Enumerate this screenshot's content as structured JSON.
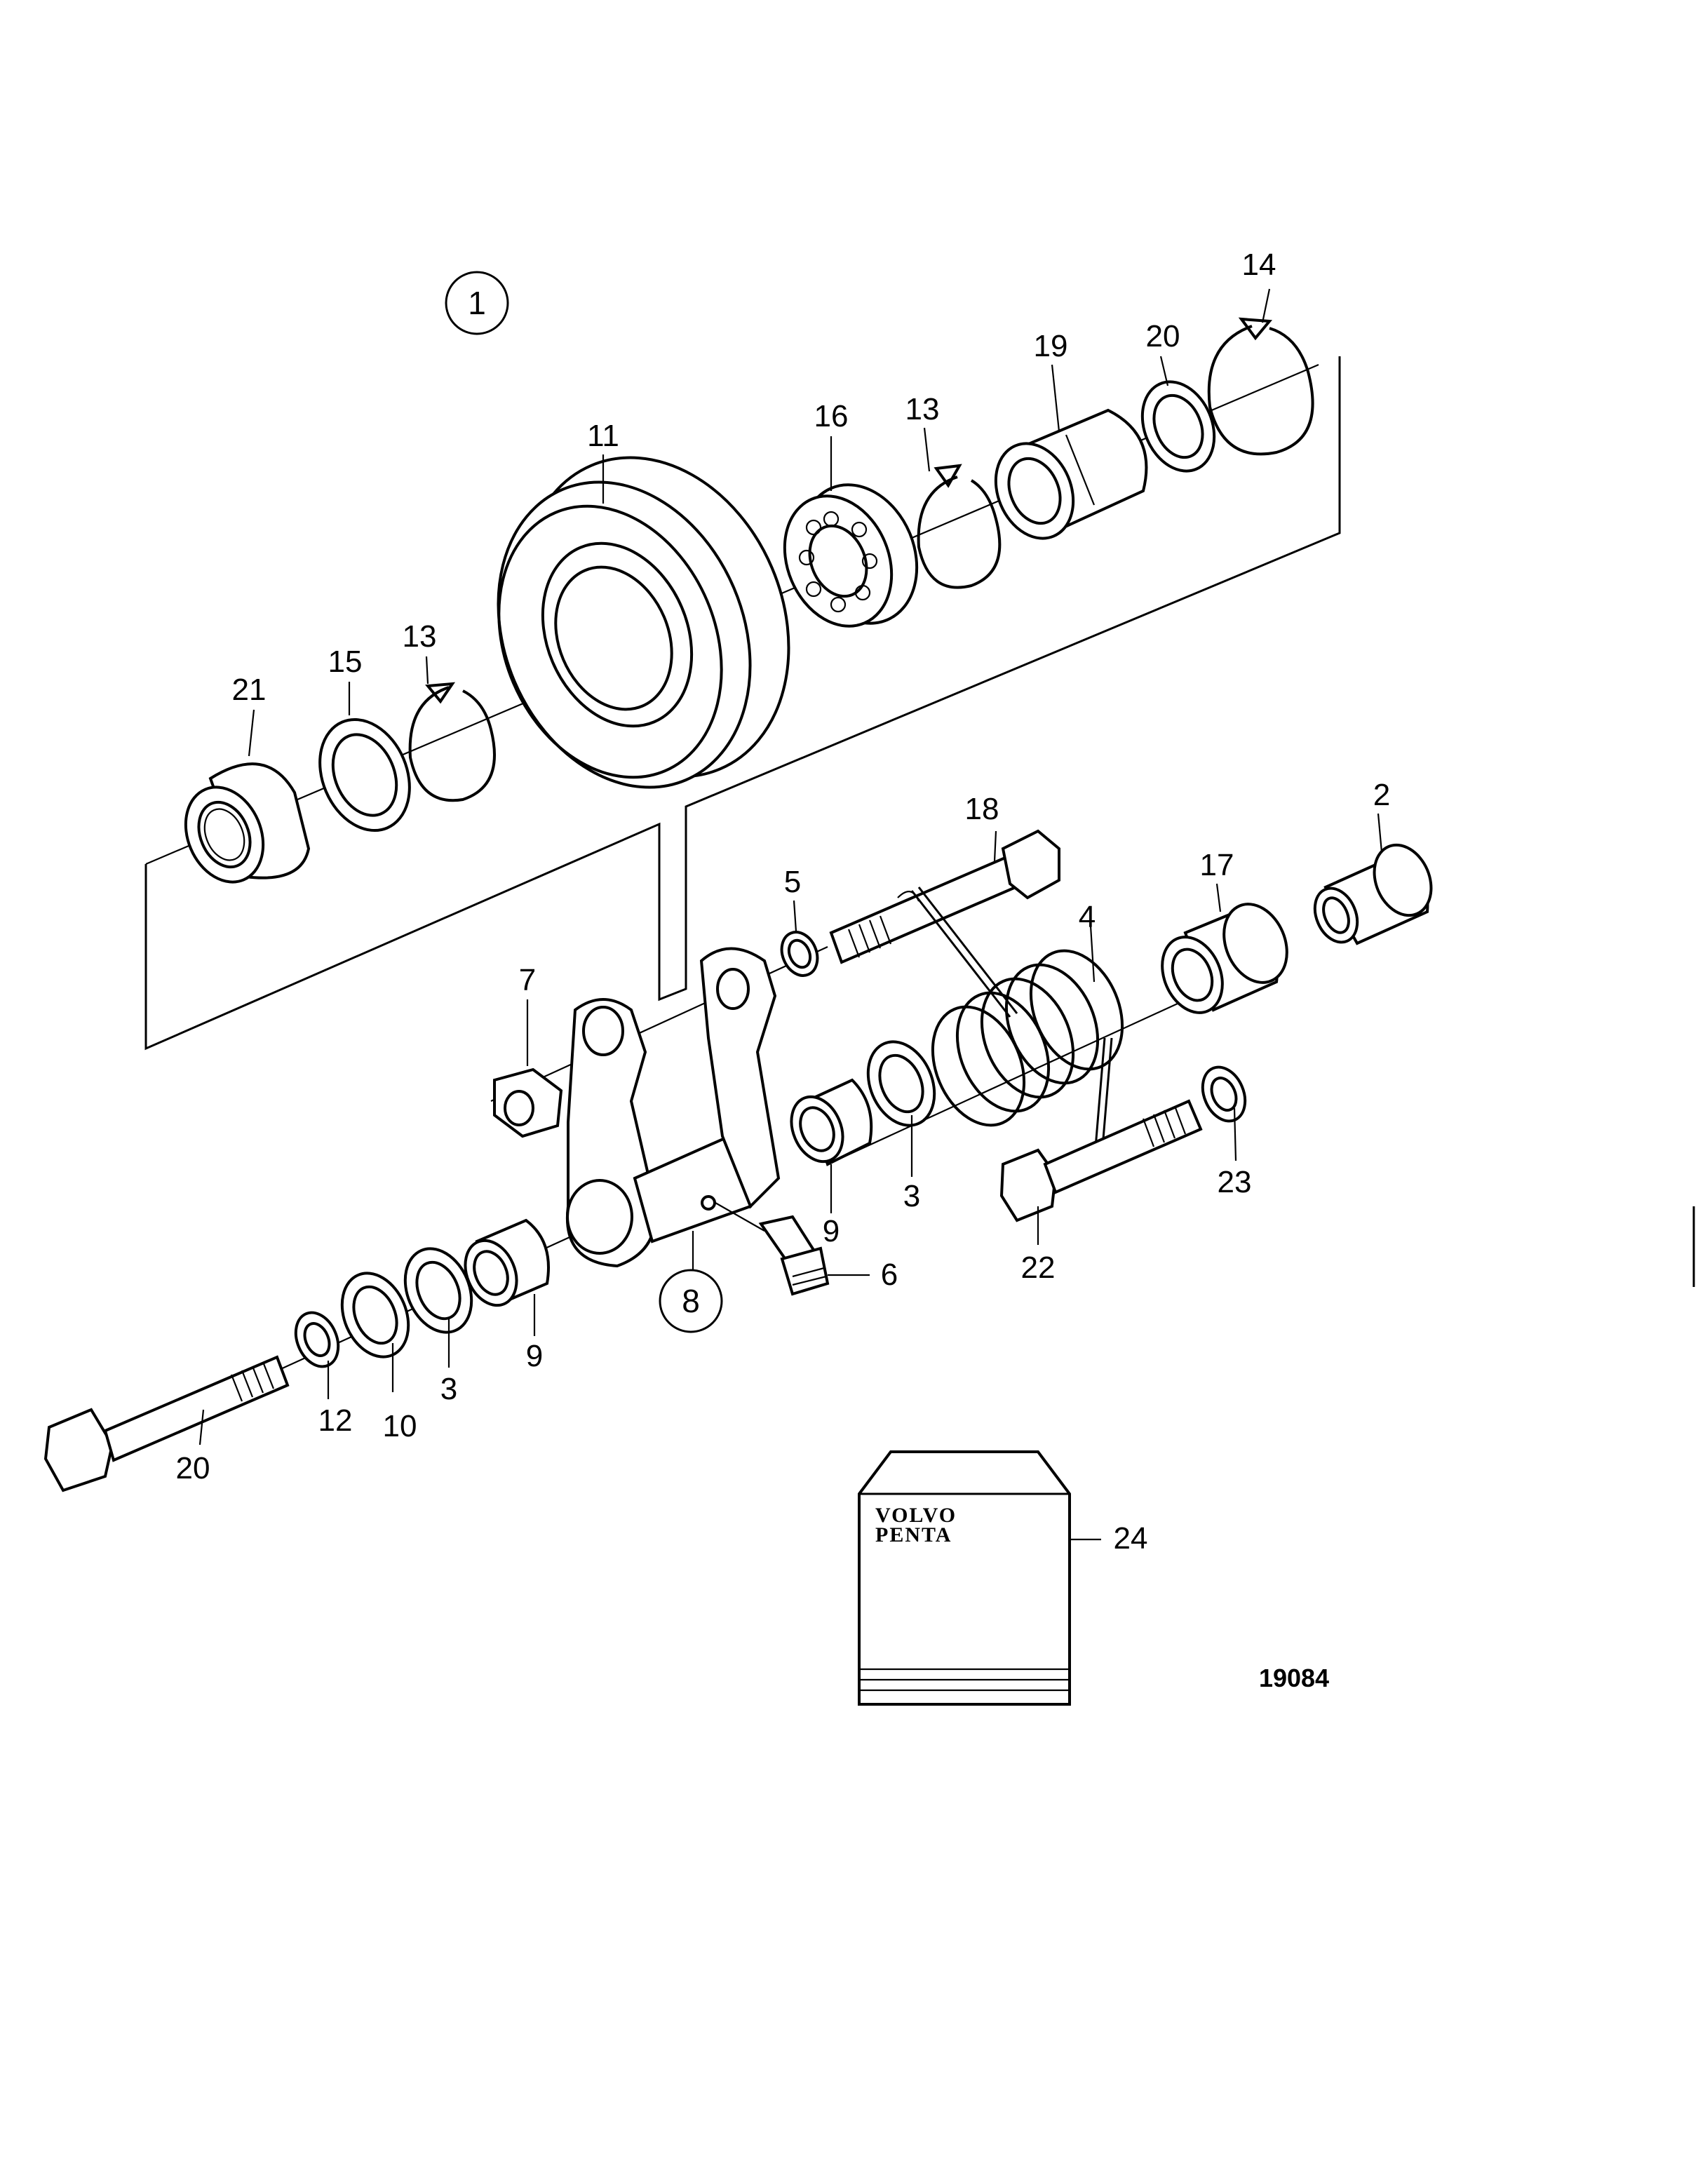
{
  "diagram": {
    "reference_number": "19084",
    "brand_logo_text": [
      "VOLVO",
      "PENTA"
    ],
    "callouts": [
      {
        "id": "c1",
        "label": "1",
        "circled": true
      },
      {
        "id": "c2",
        "label": "2"
      },
      {
        "id": "c3a",
        "label": "3"
      },
      {
        "id": "c3b",
        "label": "3"
      },
      {
        "id": "c4",
        "label": "4"
      },
      {
        "id": "c5",
        "label": "5"
      },
      {
        "id": "c6",
        "label": "6"
      },
      {
        "id": "c7",
        "label": "7"
      },
      {
        "id": "c8",
        "label": "8",
        "circled": true
      },
      {
        "id": "c9a",
        "label": "9"
      },
      {
        "id": "c9b",
        "label": "9"
      },
      {
        "id": "c10",
        "label": "10"
      },
      {
        "id": "c11",
        "label": "11"
      },
      {
        "id": "c12",
        "label": "12"
      },
      {
        "id": "c13a",
        "label": "13"
      },
      {
        "id": "c13b",
        "label": "13"
      },
      {
        "id": "c14",
        "label": "14"
      },
      {
        "id": "c15",
        "label": "15"
      },
      {
        "id": "c16",
        "label": "16"
      },
      {
        "id": "c17",
        "label": "17"
      },
      {
        "id": "c18",
        "label": "18"
      },
      {
        "id": "c19",
        "label": "19"
      },
      {
        "id": "c20a",
        "label": "20"
      },
      {
        "id": "c20b",
        "label": "20"
      },
      {
        "id": "c21",
        "label": "21"
      },
      {
        "id": "c22",
        "label": "22"
      },
      {
        "id": "c23",
        "label": "23"
      },
      {
        "id": "c24",
        "label": "24"
      }
    ]
  }
}
